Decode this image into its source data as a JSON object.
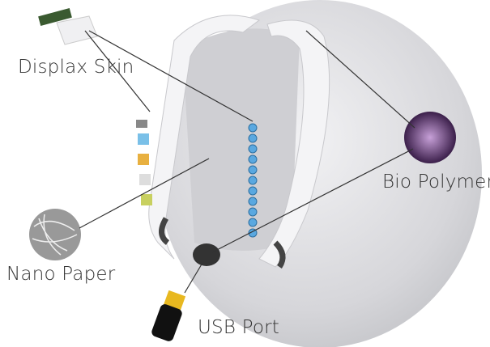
{
  "title": "Smart backpack components",
  "labels": {
    "displax_skin": "Displax Skin",
    "bio_polymer": "Bio Polymer",
    "nano_paper": "Nano Paper",
    "usb_port": "USB Port"
  },
  "colors": {
    "background_sphere": "#d9d9dc",
    "strap": "#f4f4f6",
    "led": "#5aa8e0",
    "bio_polymer": "#7a4a8c",
    "usb": "#e8b820",
    "leader_line": "#333333"
  }
}
